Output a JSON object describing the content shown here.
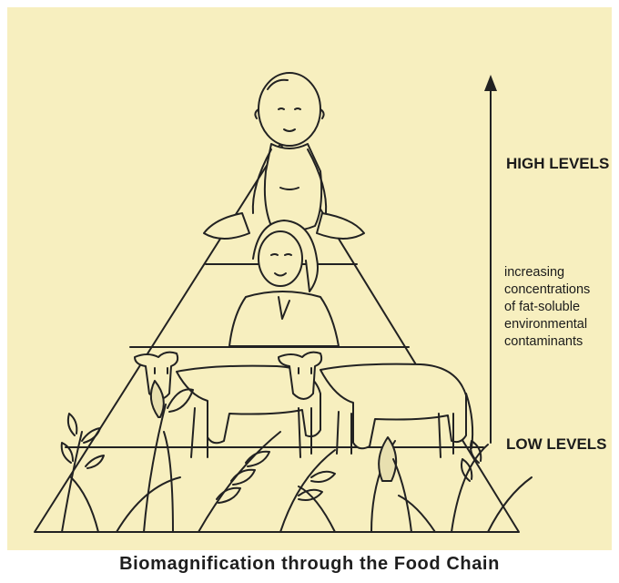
{
  "arrow": {
    "top_label": "HIGH LEVELS",
    "middle_lines": [
      "increasing",
      "concentrations",
      "of fat-soluble",
      "environmental",
      "contaminants"
    ],
    "bottom_label": "LOW LEVELS"
  },
  "caption": "Biomagnification through the Food Chain",
  "pyramid_levels": [
    "infant",
    "woman",
    "cows",
    "grain crops"
  ],
  "colors": {
    "background": "#f7efbf",
    "ink": "#1b1b1b"
  }
}
